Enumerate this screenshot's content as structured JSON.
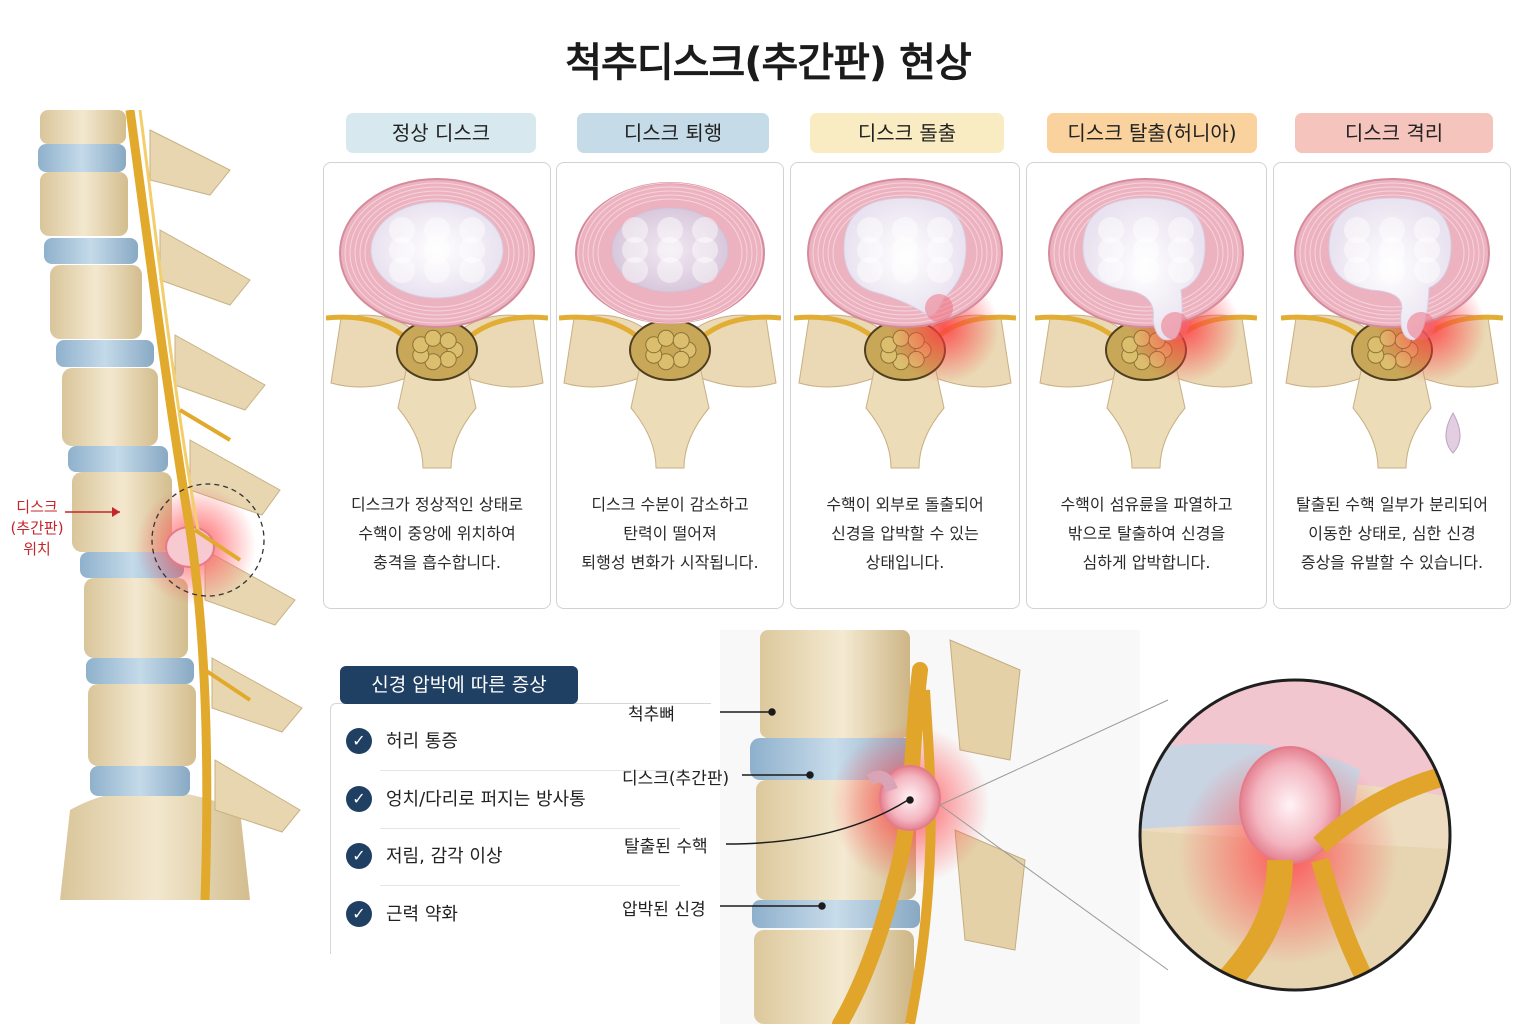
{
  "title": "척추디스크(추간판) 현상",
  "spine_label": [
    "디스크",
    "(추간판)",
    "위치"
  ],
  "stages": [
    {
      "name": "정상 디스크",
      "color": "#d7e9ef",
      "lines": [
        "디스크가 정상적인 상태로",
        "수핵이 중앙에 위치하여",
        "충격을 흡수합니다."
      ]
    },
    {
      "name": "디스크 퇴행",
      "color": "#c6dbe8",
      "lines": [
        "디스크 수분이 감소하고",
        "탄력이 떨어져",
        "퇴행성 변화가 시작됩니다."
      ]
    },
    {
      "name": "디스크 돌출",
      "color": "#f9ecc2",
      "lines": [
        "수핵이 외부로 돌출되어",
        "신경을 압박할 수 있는",
        "상태입니다."
      ]
    },
    {
      "name": "디스크 탈출(허니아)",
      "color": "#f9d29e",
      "lines": [
        "수핵이 섬유륜을 파열하고",
        "밖으로 탈출하여 신경을",
        "심하게 압박합니다."
      ]
    },
    {
      "name": "디스크 격리",
      "color": "#f5c4bc",
      "lines": [
        "탈출된 수핵 일부가 분리되어",
        "이동한 상태로, 심한 신경",
        "증상을 유발할 수 있습니다."
      ]
    }
  ],
  "symptoms": {
    "title": "신경 압박에 따른 증상",
    "items": [
      "허리 통증",
      "엉치/다리로 퍼지는 방사통",
      "저림, 감각 이상",
      "근력 약화"
    ]
  },
  "callouts": [
    "척추뼈",
    "디스크(추간판)",
    "탈출된 수핵",
    "압박된 신경"
  ],
  "colors": {
    "bone": "#ecdcb8",
    "disc": "#a9c6dc",
    "nerve": "#e9b73c",
    "inflamed": "#e8383d",
    "annulus": "#e7a7b5",
    "nucleus": "#f4f1f7",
    "accent_navy": "#1f3f63"
  }
}
